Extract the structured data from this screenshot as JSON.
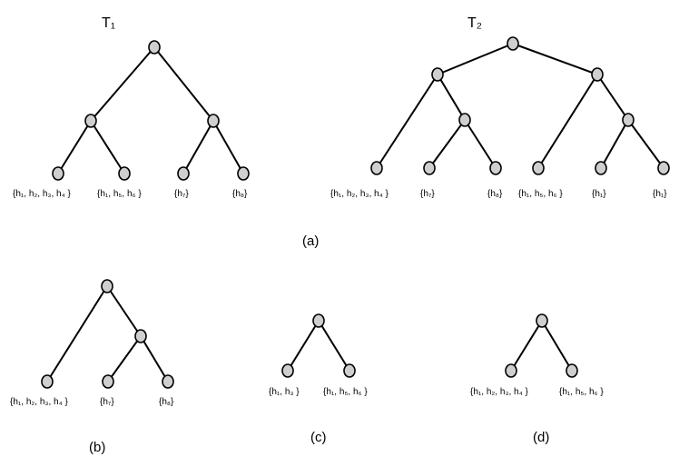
{
  "figure": {
    "trees": [
      {
        "id": "t1",
        "title": "T₁",
        "leaf_labels": [
          "{h₁, h₂, h₃, h₄ }",
          "{h₁, h₅, h₆ }",
          "{h₇}",
          "{h₈}"
        ]
      },
      {
        "id": "t2",
        "title": "T₂",
        "leaf_labels": [
          "{h₁, h₂, h₃, h₄ }",
          "{h₇}",
          "{h₈}",
          "{h₁, h₅, h₆ }",
          "{h₁}",
          "{h₁}"
        ]
      },
      {
        "id": "b",
        "title": "",
        "leaf_labels": [
          "{h₁, h₂, h₃, h₄ }",
          "{h₇}",
          "{h₈}"
        ]
      },
      {
        "id": "c",
        "title": "",
        "leaf_labels": [
          "{h₁, h₃ }",
          "{h₁, h₅, h₆ }"
        ]
      },
      {
        "id": "d",
        "title": "",
        "leaf_labels": [
          "{h₁, h₂, h₃, h₄ }",
          "{h₁, h₅, h₆ }"
        ]
      }
    ],
    "captions": {
      "a": "(a)",
      "b": "(b)",
      "c": "(c)",
      "d": "(d)"
    }
  }
}
